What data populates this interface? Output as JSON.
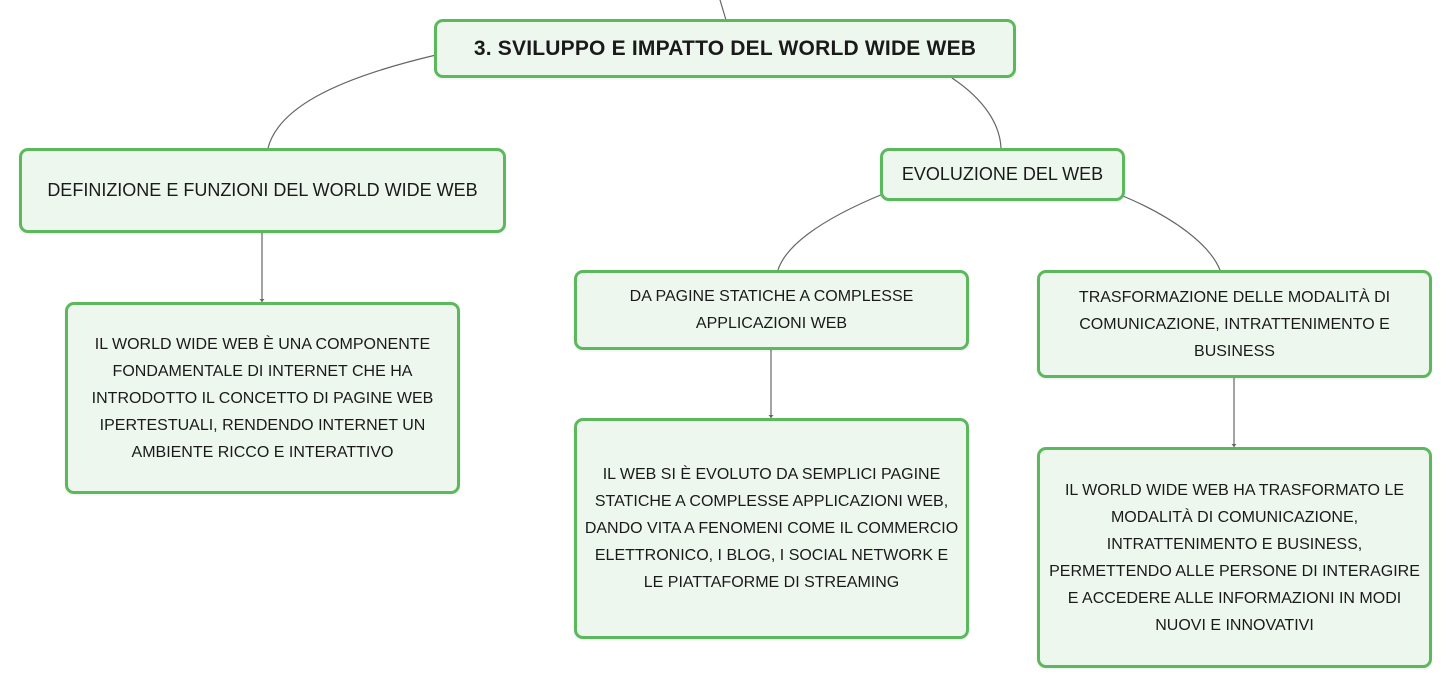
{
  "theme": {
    "border_color": "#5cb85c",
    "node_fill": "#eef7ee",
    "line_color": "#666666"
  },
  "map": {
    "root": {
      "title": "3. SVILUPPO E IMPATTO DEL WORLD WIDE WEB"
    },
    "definizione": {
      "title": "DEFINIZIONE E FUNZIONI DEL WORLD WIDE WEB",
      "detail": "IL WORLD WIDE WEB È UNA COMPONENTE FONDAMENTALE DI INTERNET CHE HA INTRODOTTO IL CONCETTO DI PAGINE WEB IPERTESTUALI, RENDENDO INTERNET UN AMBIENTE RICCO E INTERATTIVO"
    },
    "evoluzione": {
      "title": "EVOLUZIONE DEL WEB",
      "pagine": {
        "title": "DA PAGINE STATICHE A COMPLESSE APPLICAZIONI WEB",
        "detail": "IL WEB SI È EVOLUTO DA SEMPLICI PAGINE STATICHE A COMPLESSE APPLICAZIONI WEB, DANDO VITA A FENOMENI COME IL COMMERCIO ELETTRONICO, I BLOG, I SOCIAL NETWORK E LE PIATTAFORME DI STREAMING"
      },
      "trasformazione": {
        "title": "TRASFORMAZIONE DELLE MODALITÀ DI COMUNICAZIONE, INTRATTENIMENTO E BUSINESS",
        "detail": "IL WORLD WIDE WEB HA TRASFORMATO LE MODALITÀ DI COMUNICAZIONE, INTRATTENIMENTO E BUSINESS, PERMETTENDO ALLE PERSONE DI INTERAGIRE E ACCEDERE ALLE INFORMAZIONI IN MODI NUOVI E INNOVATIVI"
      }
    }
  }
}
